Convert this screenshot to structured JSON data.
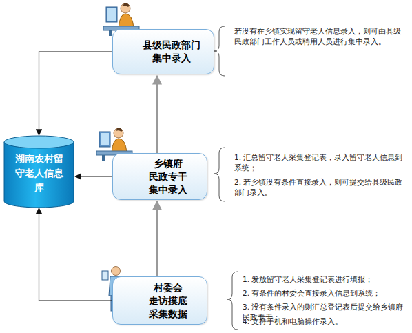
{
  "diagram": {
    "nodes": [
      {
        "text": [
          "县级民政部门 集中录入"
        ]
      },
      {
        "text": [
          "乡镇府 民政专干 集中录入"
        ]
      },
      {
        "text": [
          "村委会 走访摸底 采集数据"
        ]
      },
      {
        "text": [
          "湖南农村留守老人信息库"
        ]
      }
    ],
    "edges": [
      {
        "from": 2,
        "to": 1,
        "arrow": "to"
      },
      {
        "from": 1,
        "to": 0,
        "arrow": "to"
      },
      {
        "from": 0,
        "to": 3,
        "arrow": "to"
      },
      {
        "from": 1,
        "to": 3,
        "arrow": "to"
      },
      {
        "from": 2,
        "to": 3,
        "arrow": "to"
      }
    ],
    "labels": [
      "若没有在乡镇实现留守老人信息录入，则可由县级民政部门工作人员或聘用人员进行集中录入。",
      "1. 汇总留守老人采集登记表，录入留守老人信息到系统；",
      "2. 若乡镇没有条件直接录入，则可提交给县级民政部门录入。",
      "1. 发放留守老人采集登记表进行填报；",
      "2. 有条件的村委会直接录入信息到系统；",
      "3. 没有条件录入的则汇总登记表后提交给乡镇府民政专干；",
      "4. 支持手机和电脑操作录入。"
    ]
  }
}
